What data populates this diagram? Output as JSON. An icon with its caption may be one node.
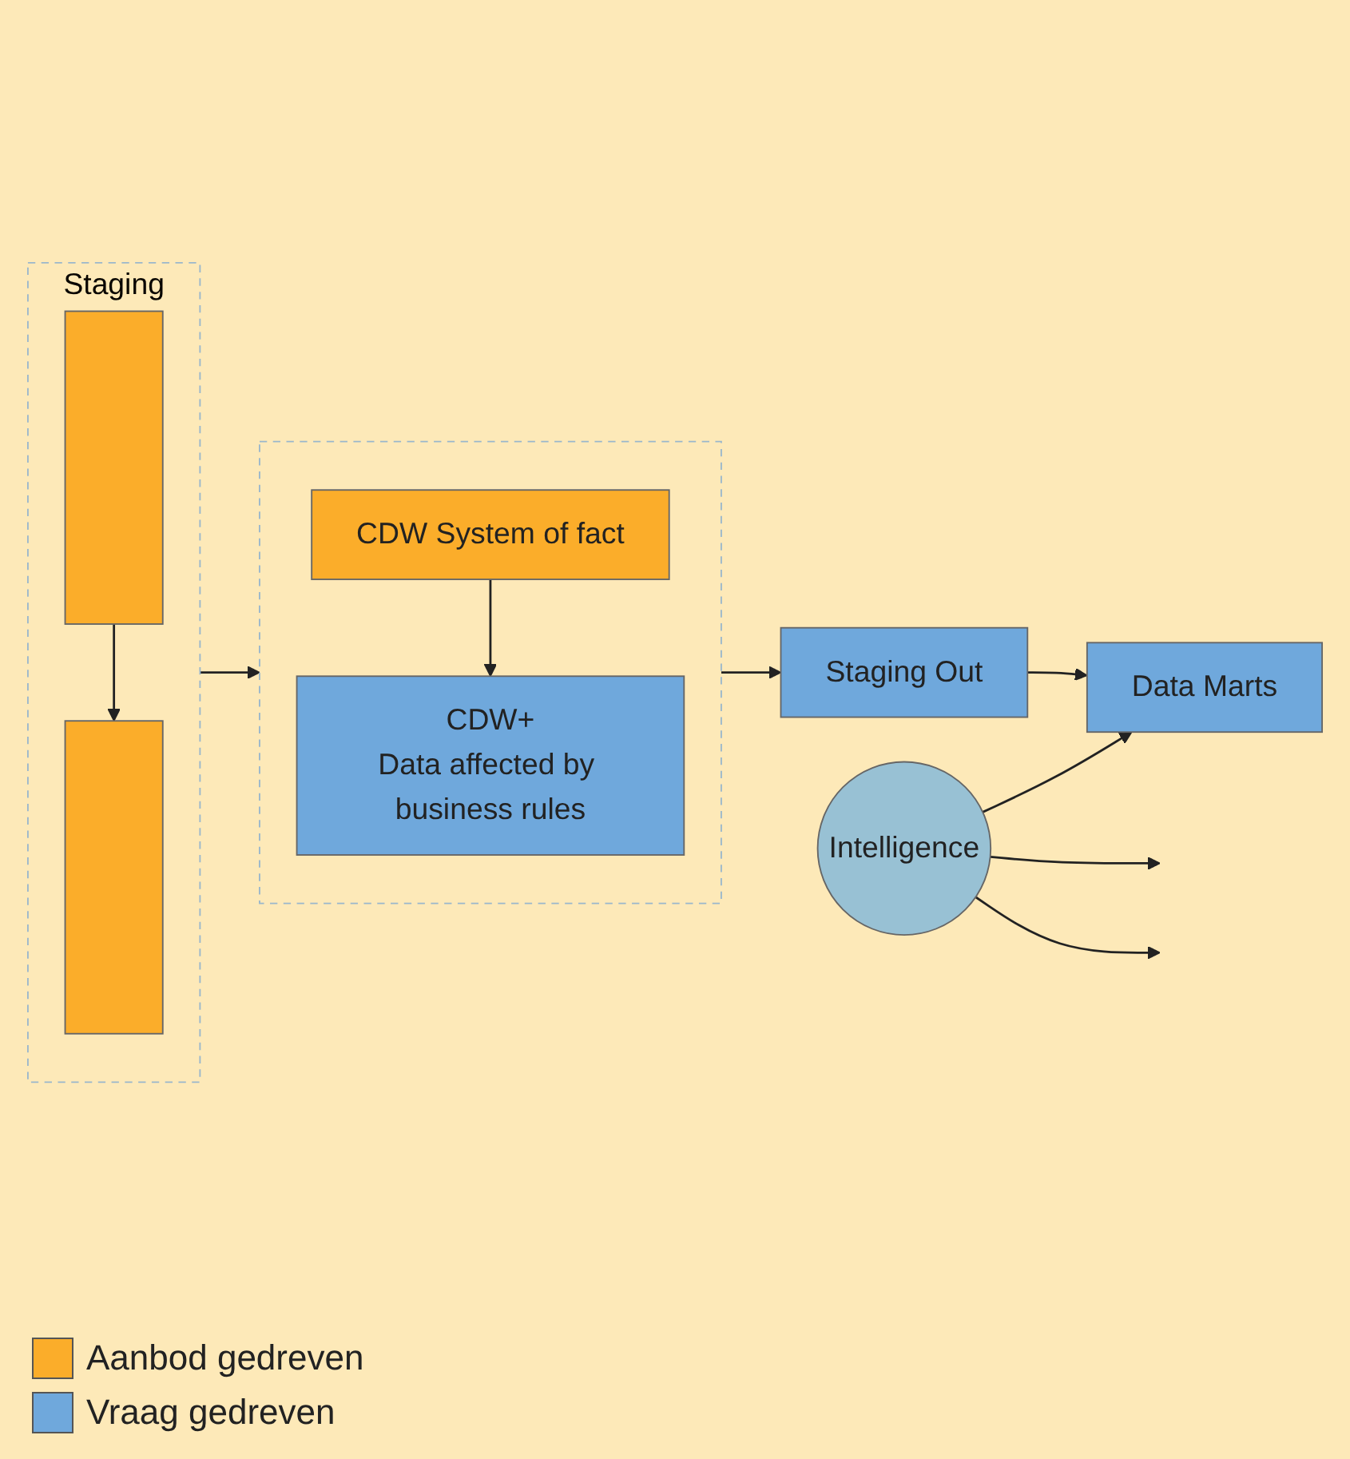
{
  "diagram": {
    "nodes": [
      {
        "text": [
          "Staging"
        ]
      },
      {
        "text": [],
        "shape": "bar",
        "in": 0
      },
      {
        "text": [],
        "shape": "bar",
        "in": 0
      },
      {
        "text": [],
        "shape": "box"
      },
      {
        "text": [
          "CDW System of fact"
        ],
        "in": 3
      },
      {
        "text": [
          "CDW+",
          "Data affected by business rules"
        ],
        "in": 3
      },
      {
        "text": [
          "Staging Out"
        ]
      },
      {
        "text": [
          "Data Marts"
        ]
      },
      {
        "text": [
          "Intelligence"
        ]
      }
    ],
    "edges": [
      {
        "from": 1,
        "to": 2,
        "arrow": "to"
      },
      {
        "from": 0,
        "to": 3,
        "arrow": "to"
      },
      {
        "from": 4,
        "to": 5,
        "arrow": "to"
      },
      {
        "from": 3,
        "to": 6,
        "arrow": "to"
      },
      {
        "from": 6,
        "to": 7,
        "arrow": "to"
      },
      {
        "from": 8,
        "to": 7,
        "arrow": "to"
      },
      {
        "from": 8,
        "to": null,
        "arrow": "to"
      },
      {
        "from": 8,
        "to": null,
        "arrow": "to"
      }
    ],
    "legend": [
      {
        "text": "Aanbod gedreven",
        "color": "#fbad2a"
      },
      {
        "text": "Vraag gedreven",
        "color": "#6fa8dc"
      }
    ]
  }
}
